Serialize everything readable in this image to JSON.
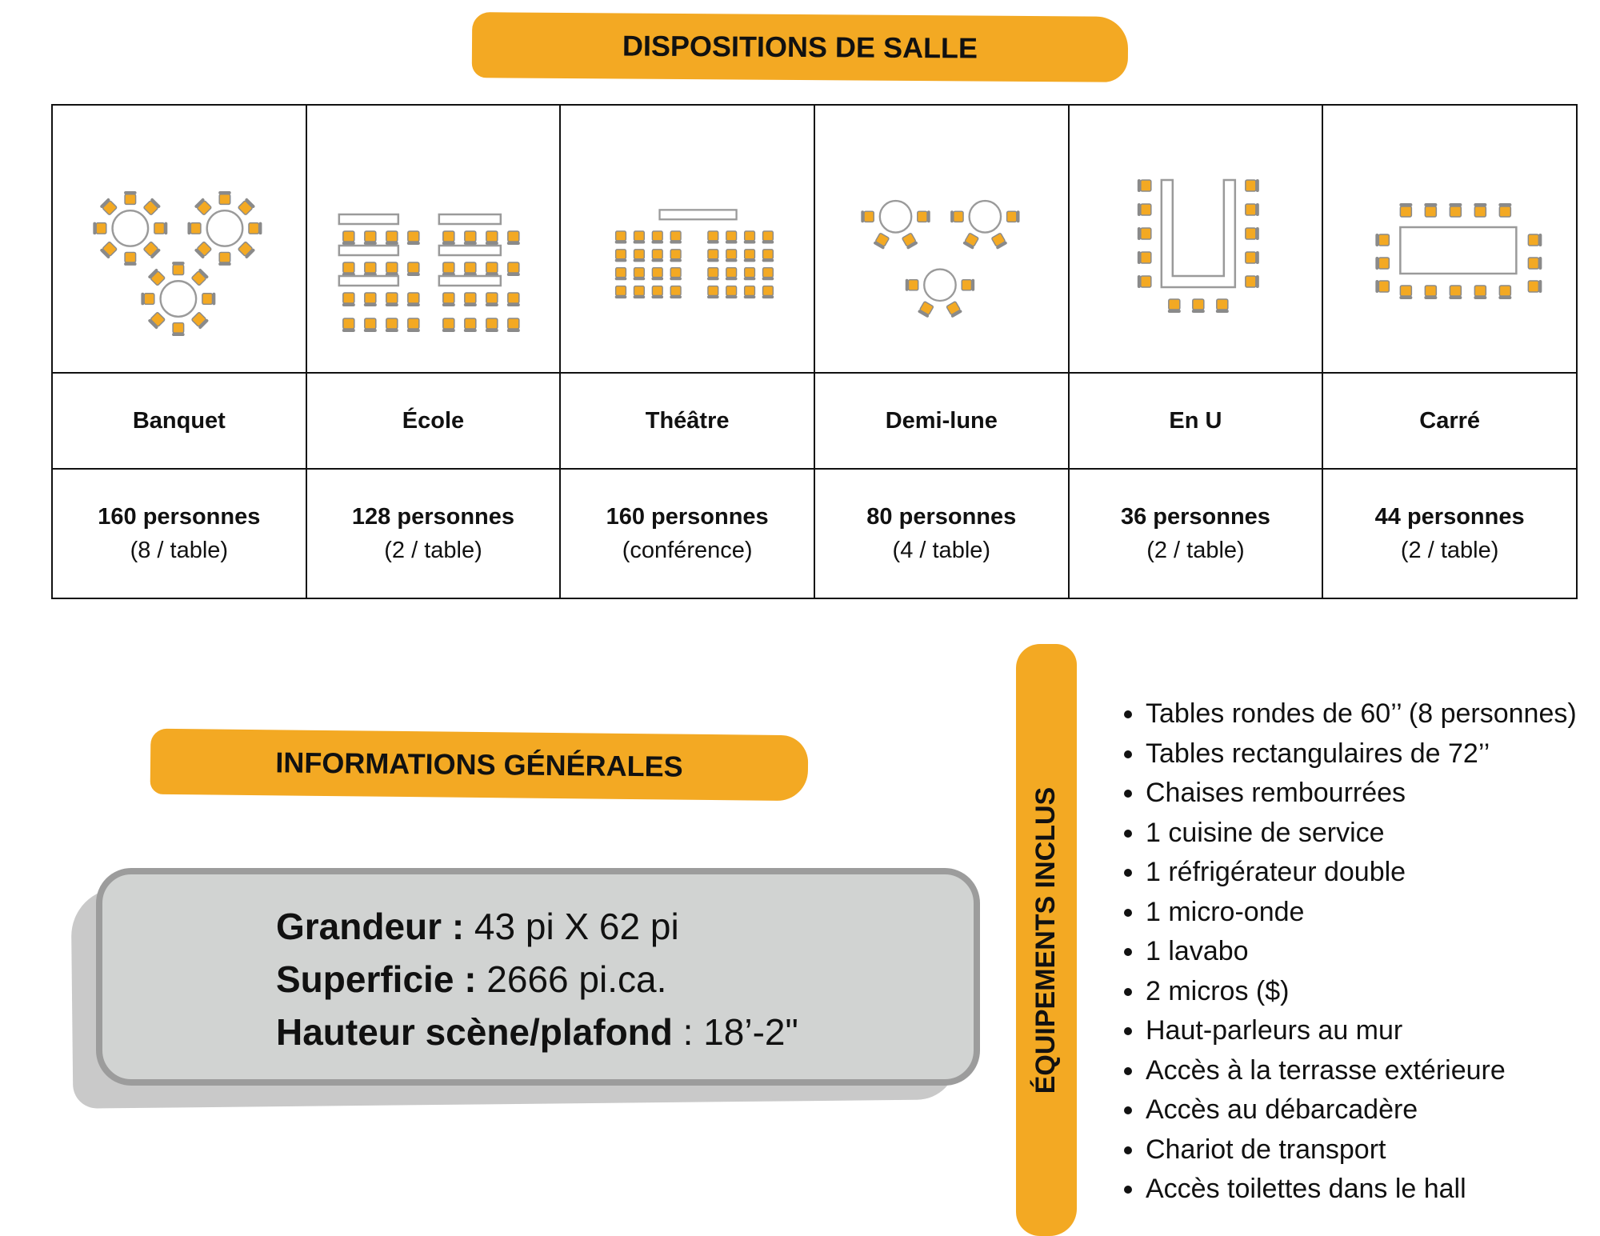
{
  "header": {
    "title": "DISPOSITIONS DE SALLE"
  },
  "layouts": [
    {
      "name": "Banquet",
      "icon": "banquet-layout-icon",
      "capacity": "160 personnes",
      "detail": "(8 / table)"
    },
    {
      "name": "École",
      "icon": "classroom-layout-icon",
      "capacity": "128 personnes",
      "detail": "(2 / table)"
    },
    {
      "name": "Théâtre",
      "icon": "theatre-layout-icon",
      "capacity": "160 personnes",
      "detail": "(conférence)"
    },
    {
      "name": "Demi-lune",
      "icon": "half-moon-layout-icon",
      "capacity": "80 personnes",
      "detail": "(4 / table)"
    },
    {
      "name": "En U",
      "icon": "u-shape-layout-icon",
      "capacity": "36 personnes",
      "detail": "(2 / table)"
    },
    {
      "name": "Carré",
      "icon": "square-layout-icon",
      "capacity": "44 personnes",
      "detail": "(2 / table)"
    }
  ],
  "info": {
    "title": "INFORMATIONS GÉNÉRALES",
    "size_label": "Grandeur :",
    "size_value": " 43 pi X 62 pi",
    "area_label": "Superficie :",
    "area_value": " 2666 pi.ca.",
    "height_label": "Hauteur scène/plafond",
    "height_value": " : 18’-2\""
  },
  "equipment": {
    "title": "ÉQUIPEMENTS INCLUS",
    "items": [
      "Tables rondes de 60’’ (8 personnes)",
      "Tables rectangulaires de 72’’",
      "Chaises rembourrées",
      "1 cuisine de service",
      "1 réfrigérateur double",
      "1 micro-onde",
      "1 lavabo",
      "2 micros ($)",
      "Haut-parleurs au mur",
      "Accès à la terrasse extérieure",
      "Accès au débarcadère",
      "Chariot de transport",
      "Accès toilettes dans le hall"
    ]
  },
  "colors": {
    "accent": "#f3a923",
    "chair": "#f3a923",
    "chair_outline": "#8a8a8a",
    "table_outline": "#9a9a9a",
    "card": "#d1d3d2"
  }
}
